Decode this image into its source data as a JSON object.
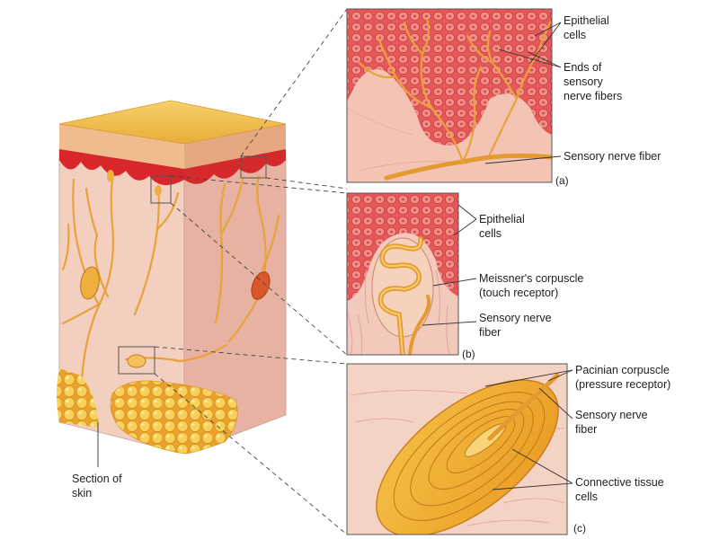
{
  "labels": {
    "section_of_skin": [
      "Section of",
      "skin"
    ],
    "panel_a": {
      "tag": "(a)",
      "epithelial": [
        "Epithelial",
        "cells"
      ],
      "ends": [
        "Ends of",
        "sensory",
        "nerve fibers"
      ],
      "sensory_nerve": [
        "Sensory nerve fiber"
      ]
    },
    "panel_b": {
      "tag": "(b)",
      "epithelial": [
        "Epithelial",
        "cells"
      ],
      "meissner": [
        "Meissner's corpuscle",
        "(touch receptor)"
      ],
      "sensory_nerve": [
        "Sensory nerve",
        "fiber"
      ]
    },
    "panel_c": {
      "tag": "(c)",
      "pacinian": [
        "Pacinian corpuscle",
        "(pressure receptor)"
      ],
      "sensory_nerve": [
        "Sensory nerve",
        "fiber"
      ],
      "connective": [
        "Connective tissue",
        "cells"
      ]
    }
  },
  "colors": {
    "epidermis_top": "#f2c04c",
    "epidermis_red": "#d9262a",
    "dermis": "#f3c9b8",
    "dermis_side": "#e9b4a4",
    "nerve": "#e9a23b",
    "fat": "#f6c44a",
    "cells": "#e85a57"
  },
  "icons": {
    "skin_block": "skin-section-illustration",
    "free_nerve_endings": "free-nerve-endings-illustration",
    "meissner": "meissner-corpuscle-illustration",
    "pacinian": "pacinian-corpuscle-illustration"
  }
}
